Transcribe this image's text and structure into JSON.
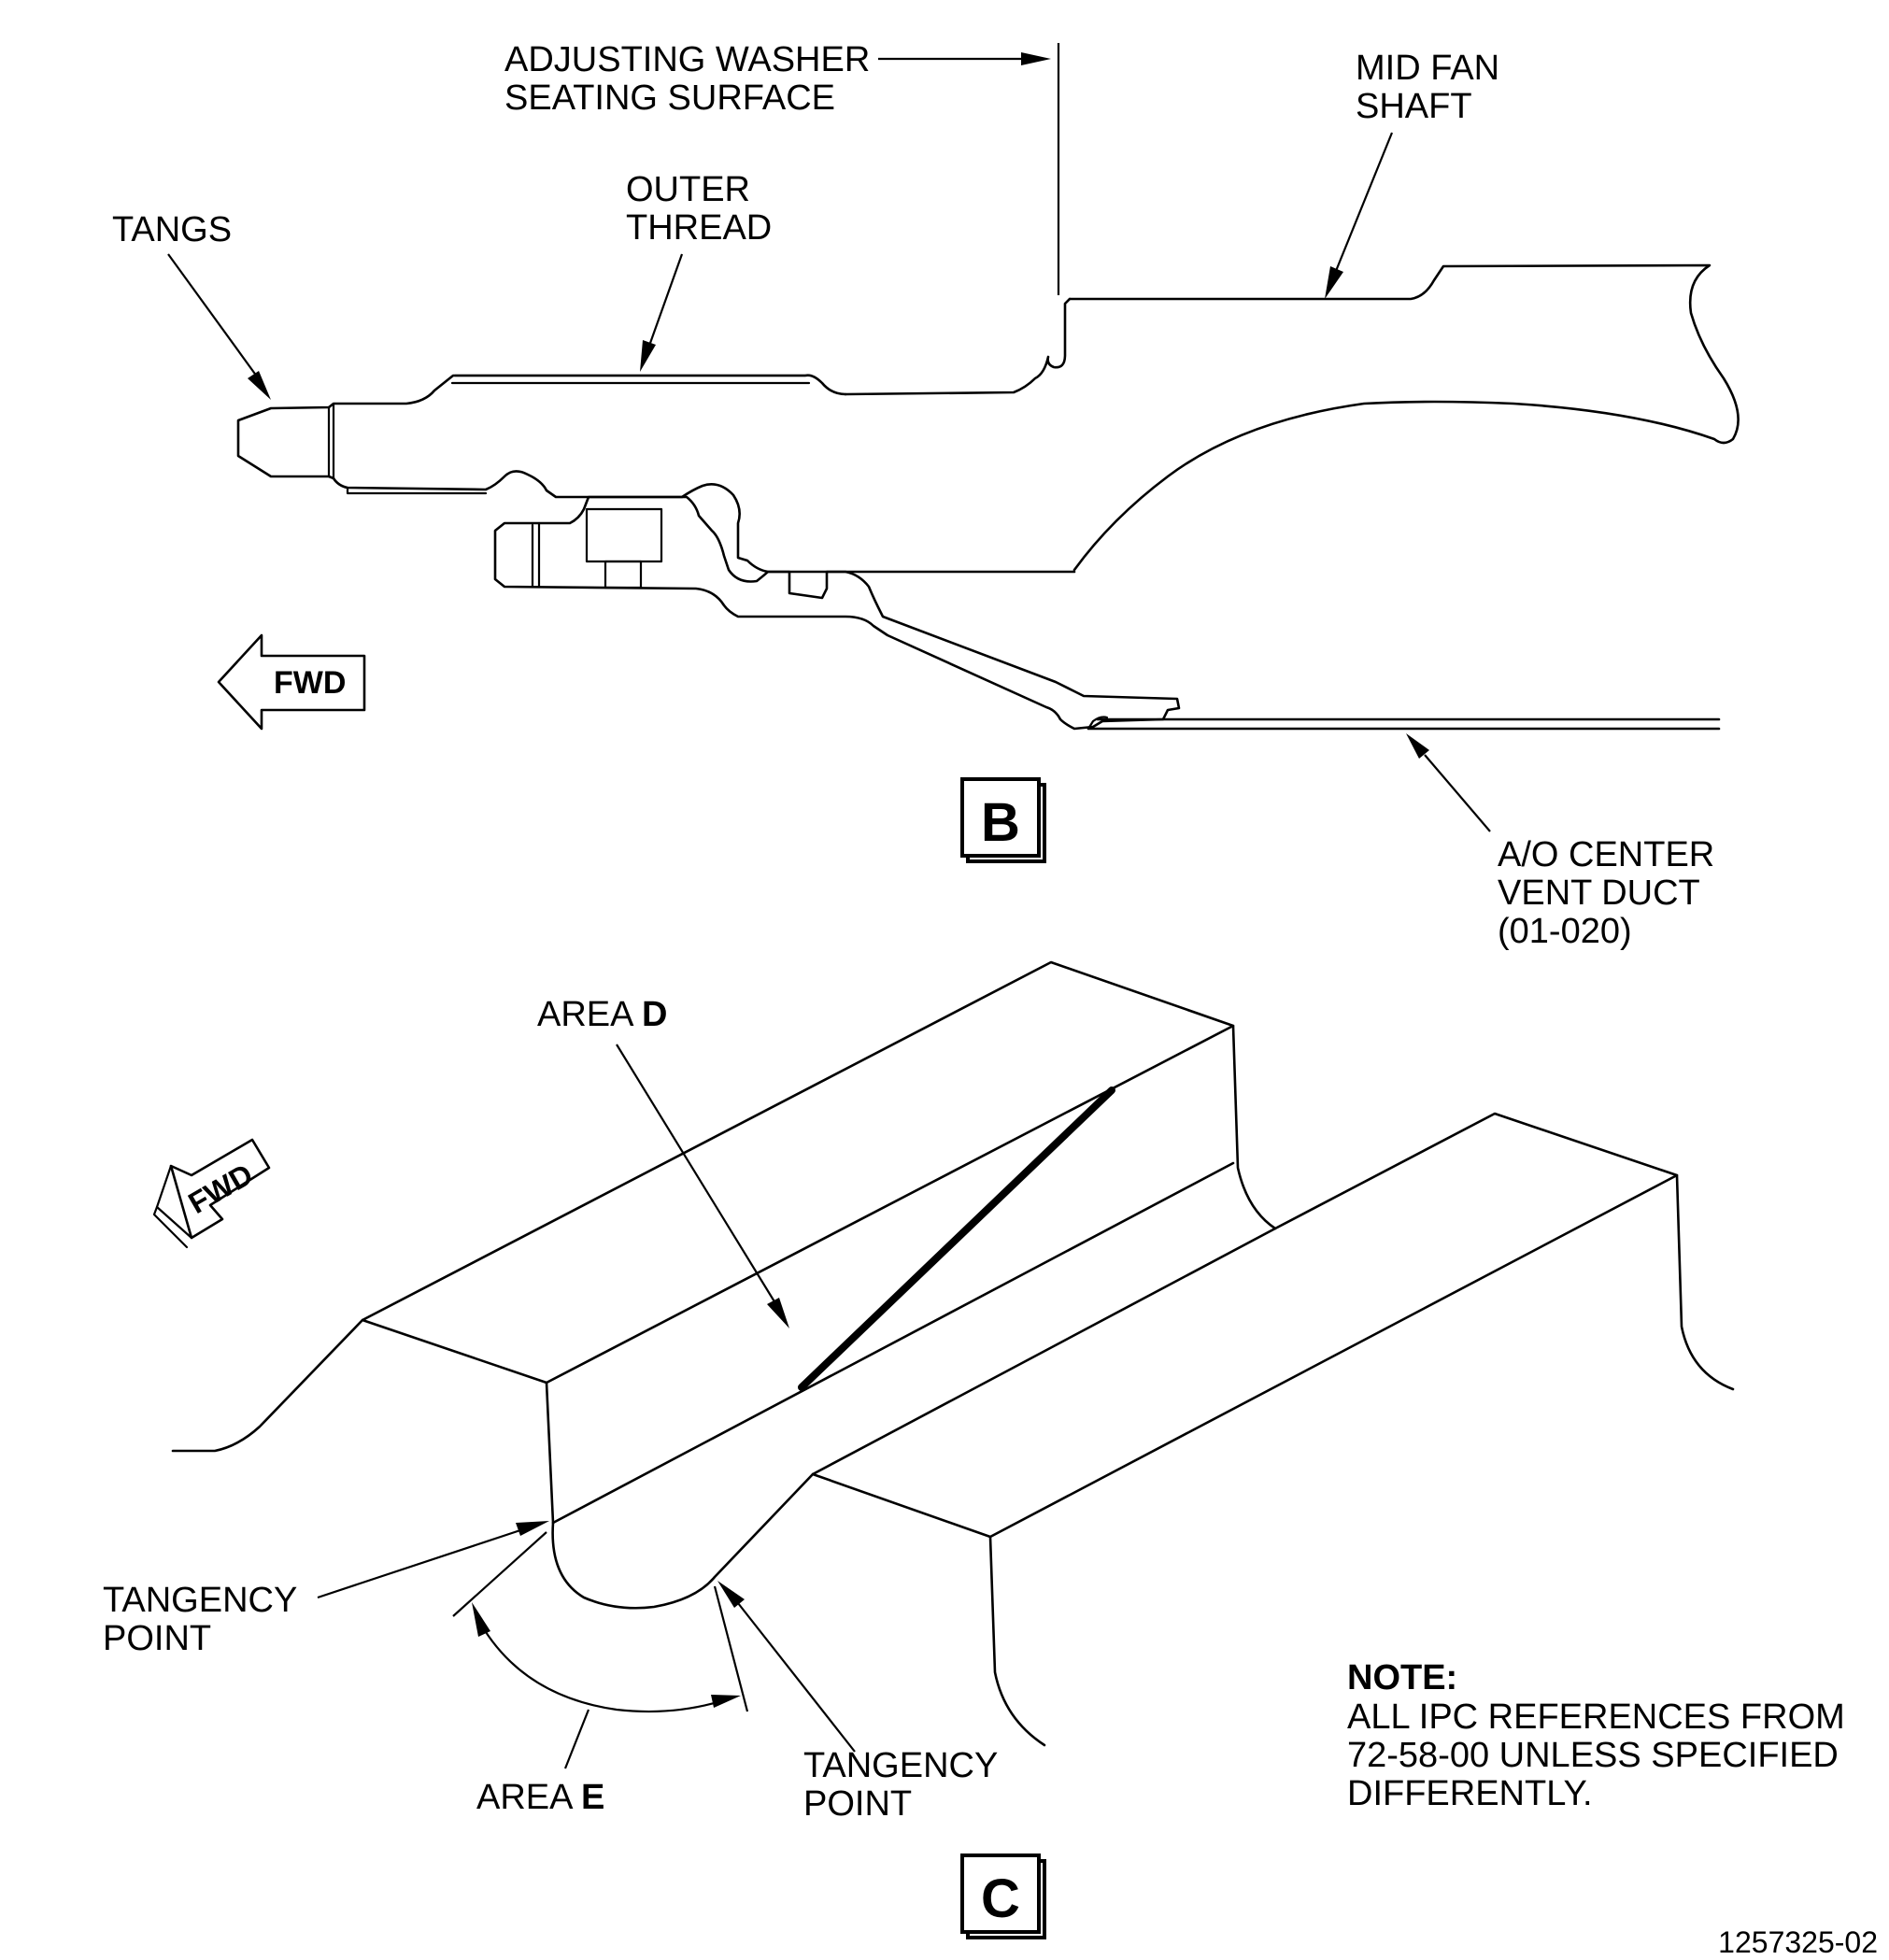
{
  "view_b": {
    "label": "B",
    "callouts": {
      "adjusting_washer_line1": "ADJUSTING WASHER",
      "adjusting_washer_line2": "SEATING SURFACE",
      "mid_fan_shaft_line1": "MID FAN",
      "mid_fan_shaft_line2": "SHAFT",
      "outer_thread_line1": "OUTER",
      "outer_thread_line2": "THREAD",
      "tangs": "TANGS",
      "vent_duct_line1": "A/O CENTER",
      "vent_duct_line2": "VENT DUCT",
      "vent_duct_line3": "(01-020)"
    },
    "fwd_arrow_label": "FWD"
  },
  "view_c": {
    "label": "C",
    "callouts": {
      "area_d_prefix": "AREA ",
      "area_d_letter": "D",
      "area_e_prefix": "AREA ",
      "area_e_letter": "E",
      "tangency_left_line1": "TANGENCY",
      "tangency_left_line2": "POINT",
      "tangency_right_line1": "TANGENCY",
      "tangency_right_line2": "POINT"
    },
    "fwd_arrow_label": "FWD"
  },
  "note": {
    "title": "NOTE:",
    "line1": "ALL IPC REFERENCES FROM",
    "line2": "72-58-00 UNLESS SPECIFIED",
    "line3": "DIFFERENTLY."
  },
  "figure_number": "1257325-02"
}
